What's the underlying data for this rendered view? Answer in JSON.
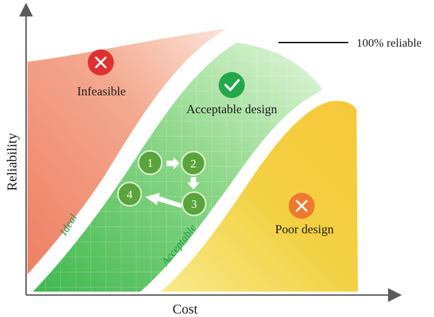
{
  "axes": {
    "y_label": "Reliability",
    "x_label": "Cost"
  },
  "legend": {
    "line_label": "100% reliable"
  },
  "regions": {
    "infeasible": {
      "label": "Infeasible",
      "icon": "x-icon",
      "color": "#e03030"
    },
    "acceptable": {
      "label": "Acceptable design",
      "icon": "check-icon",
      "color": "#22a84a"
    },
    "poor": {
      "label": "Poor design",
      "icon": "x-icon",
      "color": "#ee7a30"
    }
  },
  "curves": {
    "ideal": "Ideal",
    "acceptable": "Acceptable"
  },
  "steps": [
    "1",
    "2",
    "3",
    "4"
  ],
  "colors": {
    "infeasible_fill": "#ef8f73",
    "acceptable_fill": "#7fd07a",
    "poor_fill": "#f2cf45",
    "step_fill": "#5aa43c",
    "axis": "#5a5a5a"
  }
}
